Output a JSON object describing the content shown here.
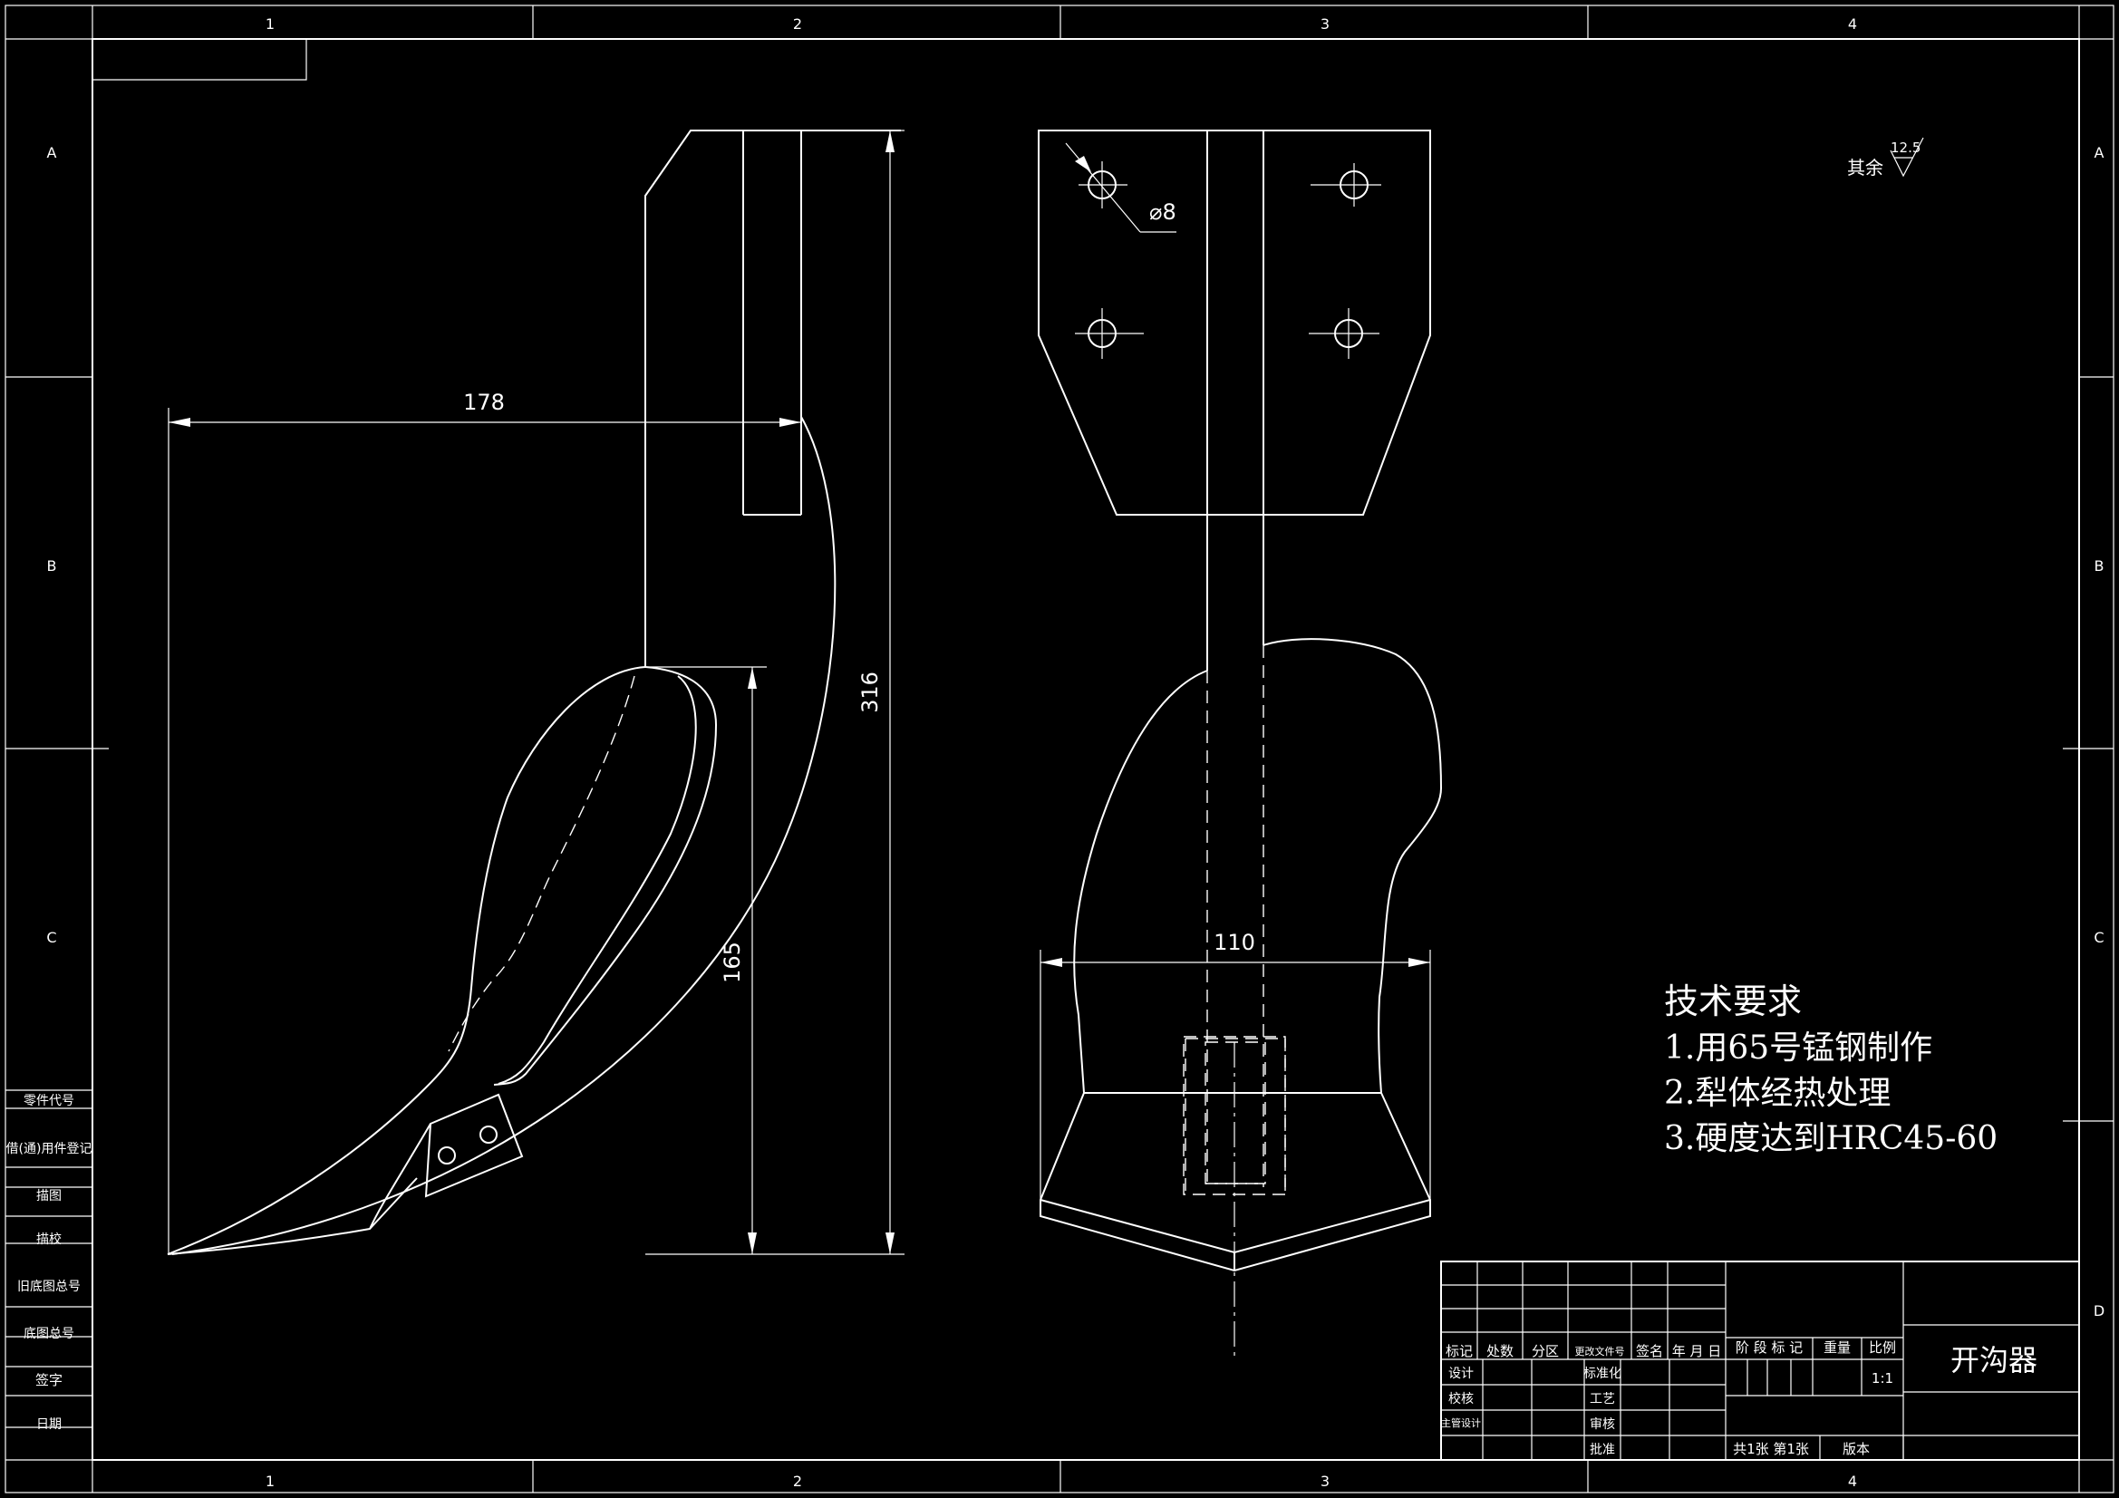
{
  "zone_columns": [
    "1",
    "2",
    "3",
    "4"
  ],
  "zone_rows": [
    "A",
    "B",
    "C",
    "D"
  ],
  "surface_finish": {
    "label": "其余",
    "value": "12.5"
  },
  "dimensions": {
    "width_178": "178",
    "height_316": "316",
    "height_165": "165",
    "width_110": "110",
    "hole_dia": "⌀8"
  },
  "tech_requirements": {
    "title": "技术要求",
    "items": [
      "1.用65号锰钢制作",
      "2.犁体经热处理",
      "3.硬度达到HRC45-60"
    ]
  },
  "left_column_labels": [
    "零件代号",
    "借(通)用件登记",
    "描图",
    "描校",
    "旧底图总号",
    "底图总号",
    "签字",
    "日期"
  ],
  "title_block": {
    "rev_headers": [
      "标记",
      "处数",
      "分区",
      "更改文件号",
      "签名",
      "年 月 日"
    ],
    "roles_left": [
      "设计",
      "校核",
      "主管设计"
    ],
    "roles_mid": [
      "标准化",
      "工艺",
      "审核",
      "批准"
    ],
    "stage_label": "阶 段 标 记",
    "weight_label": "重量",
    "scale_label": "比例",
    "scale_value": "1:1",
    "part_name": "开沟器",
    "sheets_text": "共1张  第1张",
    "version_label": "版本"
  }
}
